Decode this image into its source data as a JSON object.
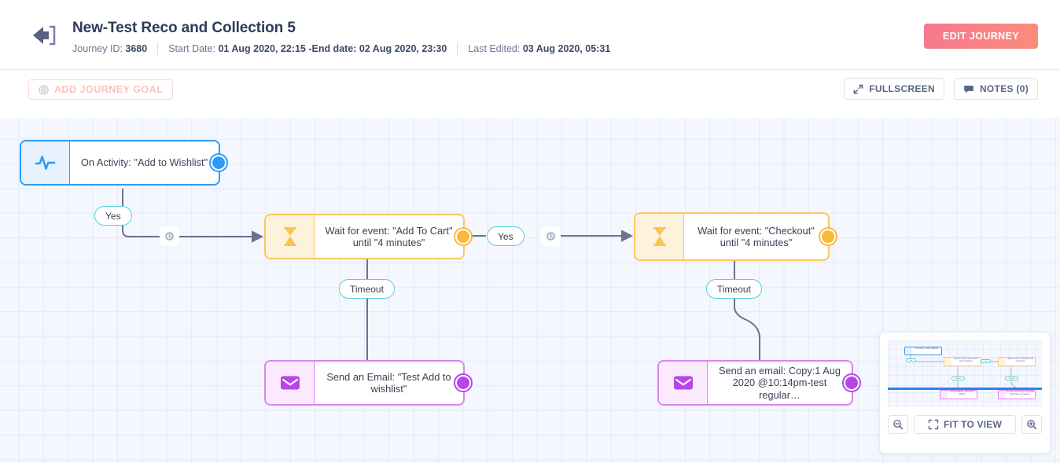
{
  "header": {
    "back_icon": "back-arrow-icon",
    "title": "New-Test Reco and Collection 5",
    "meta": {
      "journey_id_label": "Journey ID: ",
      "journey_id_value": "3680",
      "dates_label": "Start Date: ",
      "dates_value": "01 Aug 2020, 22:15 -End date: 02 Aug 2020, 23:30",
      "last_edited_label": "Last Edited: ",
      "last_edited_value": "03 Aug 2020, 05:31"
    },
    "edit_button": "EDIT JOURNEY",
    "edit_button_color": "#f7788f"
  },
  "toolbar": {
    "add_goal_label": "ADD JOURNEY GOAL",
    "add_goal_icon": "target-icon",
    "fullscreen_label": "FULLSCREEN",
    "fullscreen_icon": "expand-arrows-icon",
    "notes_label": "NOTES (0)",
    "notes_icon": "comment-bubble-icon"
  },
  "canvas": {
    "nodes": [
      {
        "id": "trigger",
        "type": "trigger",
        "icon": "activity-pulse-icon",
        "label": "On Activity: \"Add to Wishlist\"",
        "accent": "#2f9bf5"
      },
      {
        "id": "wait-add-to-cart",
        "type": "wait",
        "icon": "hourglass-icon",
        "label": "Wait for event: \"Add To Cart\" until \"4 minutes\"",
        "accent": "#fac863"
      },
      {
        "id": "wait-checkout",
        "type": "wait",
        "icon": "hourglass-icon",
        "label": "Wait for event: \"Checkout\" until \"4 minutes\"",
        "accent": "#fac863"
      },
      {
        "id": "email-wishlist",
        "type": "email",
        "icon": "envelope-icon",
        "label": "Send an Email: \"Test Add to wishlist\"",
        "accent": "#dd83f0"
      },
      {
        "id": "email-copy",
        "type": "email",
        "icon": "envelope-icon",
        "label": "Send an email: Copy:1 Aug 2020 @10:14pm-test regular…",
        "accent": "#dd83f0"
      }
    ],
    "edge_labels": {
      "yes_1": "Yes",
      "yes_2": "Yes",
      "timeout_1": "Timeout",
      "timeout_2": "Timeout"
    },
    "edge_badge_icon": "clock-icon"
  },
  "minimap": {
    "zoom_out_icon": "zoom-out-icon",
    "fit_label": "FIT TO VIEW",
    "fit_icon": "fit-frame-icon",
    "zoom_in_icon": "zoom-in-icon",
    "thumb_nodes": [
      {
        "label": "On Activity: \"Add to Wishlist\""
      },
      {
        "label": "Wait for event: \"Add To Cart\" until \"4 minutes\""
      },
      {
        "label": "Wait for event: \"Checkout\" until \"4 minutes\""
      },
      {
        "label": "Send an Email: \"Test Add to wishlist\""
      },
      {
        "label": "Send an email: Copy:1 Aug 2020 @10:14pm-test regular…"
      }
    ],
    "thumb_pills": [
      "Yes",
      "Yes",
      "Timeout",
      "Timeout"
    ]
  }
}
